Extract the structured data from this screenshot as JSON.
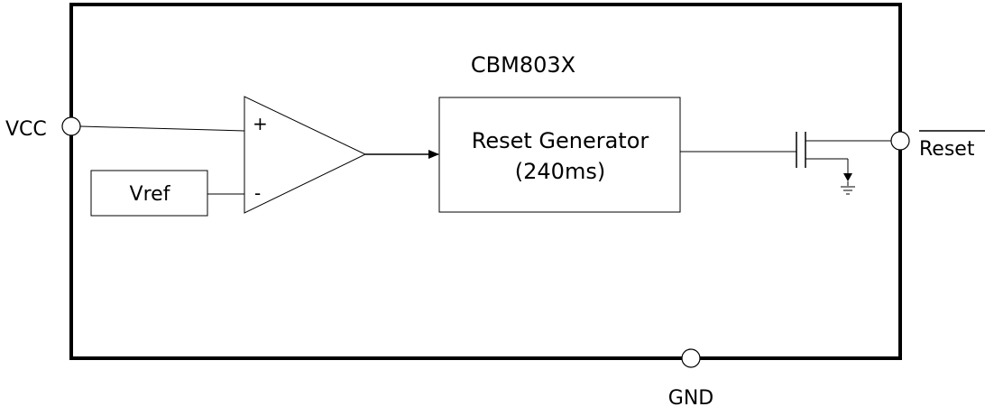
{
  "chip_name": "CBM803X",
  "pins": {
    "vcc": "VCC",
    "reset": "Reset",
    "gnd": "GND"
  },
  "comparator": {
    "plus_sign": "+",
    "minus_sign": "-"
  },
  "vref_label": "Vref",
  "reset_generator": {
    "line1": "Reset Generator",
    "line2": "(240ms)"
  }
}
